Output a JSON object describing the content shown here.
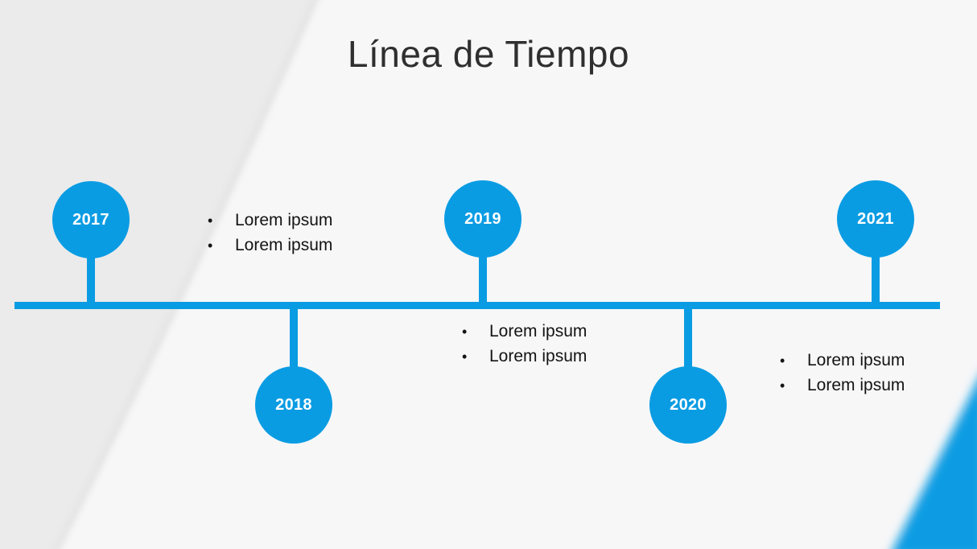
{
  "slide": {
    "title": "Línea de Tiempo",
    "colors": {
      "accent_blue": "#0a9ce3",
      "title_text": "#2f2f2f",
      "body_text": "#141414",
      "background_base": "#ebebeb",
      "background_light": "#f7f7f8"
    },
    "timeline": {
      "bullet_char": "•",
      "milestones": [
        {
          "year": "2017",
          "position": "above"
        },
        {
          "year": "2018",
          "position": "below"
        },
        {
          "year": "2019",
          "position": "above"
        },
        {
          "year": "2020",
          "position": "below"
        },
        {
          "year": "2021",
          "position": "above"
        }
      ],
      "bullet_groups": [
        {
          "items": [
            "Lorem ipsum",
            "Lorem ipsum"
          ]
        },
        {
          "items": [
            "Lorem ipsum",
            "Lorem ipsum"
          ]
        },
        {
          "items": [
            "Lorem ipsum",
            "Lorem ipsum"
          ]
        }
      ]
    }
  }
}
